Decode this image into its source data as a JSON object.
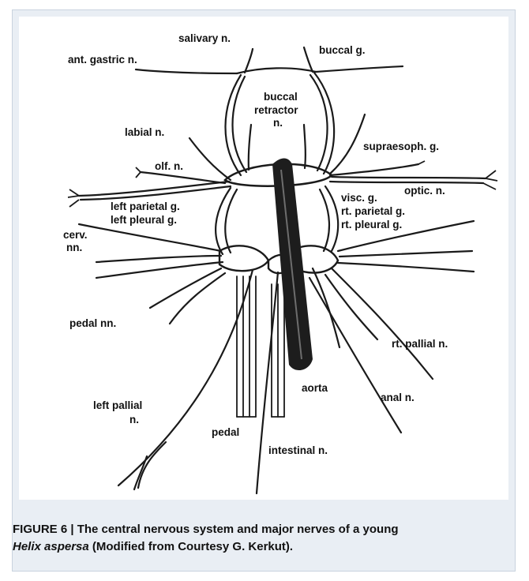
{
  "labels": {
    "salivary": "salivary n.",
    "buccal_g": "buccal g.",
    "ant_gastric": "ant. gastric n.",
    "buccal_retractor_1": "buccal",
    "buccal_retractor_2": "retractor",
    "buccal_retractor_3": "n.",
    "labial": "labial n.",
    "supraesoph": "supraesoph. g.",
    "olf": "olf. n.",
    "optic": "optic. n.",
    "visc": "visc. g.",
    "left_parietal": "left parietal g.",
    "left_pleural": "left pleural g.",
    "rt_parietal": "rt. parietal g.",
    "rt_pleural": "rt. pleural g.",
    "cerv_1": "cerv.",
    "cerv_2": "nn.",
    "pedal_nn": "pedal nn.",
    "rt_pallial": "rt. pallial n.",
    "aorta": "aorta",
    "anal": "anal n.",
    "left_pallial_1": "left pallial",
    "left_pallial_2": "n.",
    "pedal": "pedal",
    "intestinal": "intestinal n."
  },
  "caption": {
    "figure_number": "FIGURE 6 |",
    "title": "The central nervous system and major nerves of a young",
    "species": "Helix aspersa",
    "credit": "(Modified from Courtesy G. Kerkut)."
  }
}
